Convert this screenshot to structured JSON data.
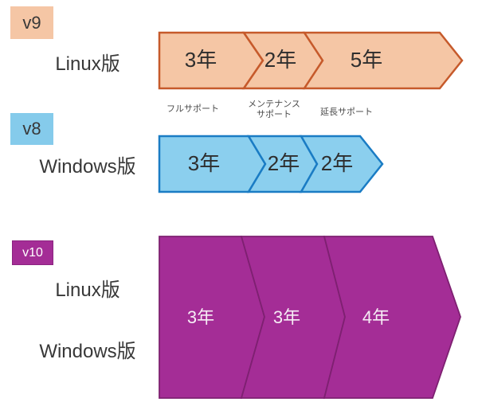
{
  "diagram_type": "support-lifecycle-timeline",
  "rows": [
    {
      "version": "v9",
      "badge": {
        "label": "v9",
        "bg": "#F5C6A5",
        "text_color": "#383838"
      },
      "platforms": [
        {
          "label": "Linux版"
        }
      ],
      "arrow": {
        "fill": "#F5C6A5",
        "border": "#C65A2B",
        "text_color": "#2E2E2E"
      },
      "segments": [
        {
          "label": "3年",
          "years": 3,
          "support_type": "フルサポート"
        },
        {
          "label": "2年",
          "years": 2,
          "support_type": "メンテナンスサポート"
        },
        {
          "label": "5年",
          "years": 5,
          "support_type": "延長サポート"
        }
      ]
    },
    {
      "version": "v8",
      "badge": {
        "label": "v8",
        "bg": "#85CBEB",
        "text_color": "#383838"
      },
      "platforms": [
        {
          "label": "Windows版"
        }
      ],
      "arrow": {
        "fill": "#8BCFEE",
        "border": "#1A7CC4",
        "text_color": "#2E2E2E"
      },
      "segments": [
        {
          "label": "3年",
          "years": 3,
          "support_type": "フルサポート"
        },
        {
          "label": "2年",
          "years": 2,
          "support_type": "メンテナンスサポート"
        },
        {
          "label": "2年",
          "years": 2,
          "support_type": "延長サポート"
        }
      ]
    },
    {
      "version": "v10",
      "badge": {
        "label": "v10",
        "bg": "#A42D96",
        "text_color": "#FFFFFF"
      },
      "platforms": [
        {
          "label": "Linux版"
        },
        {
          "label": "Windows版"
        }
      ],
      "arrow": {
        "fill": "#A42D96",
        "border": "#7E2071",
        "text_color": "#F6EDF5"
      },
      "segments": [
        {
          "label": "3年",
          "years": 3,
          "support_type": "フルサポート"
        },
        {
          "label": "3年",
          "years": 3,
          "support_type": "メンテナンスサポート"
        },
        {
          "label": "4年",
          "years": 4,
          "support_type": "延長サポート"
        }
      ]
    }
  ],
  "support_types": [
    {
      "lines": [
        "フルサポート"
      ]
    },
    {
      "lines": [
        "メンテナンス",
        "サポート"
      ]
    },
    {
      "lines": [
        "延長サポート"
      ]
    }
  ]
}
